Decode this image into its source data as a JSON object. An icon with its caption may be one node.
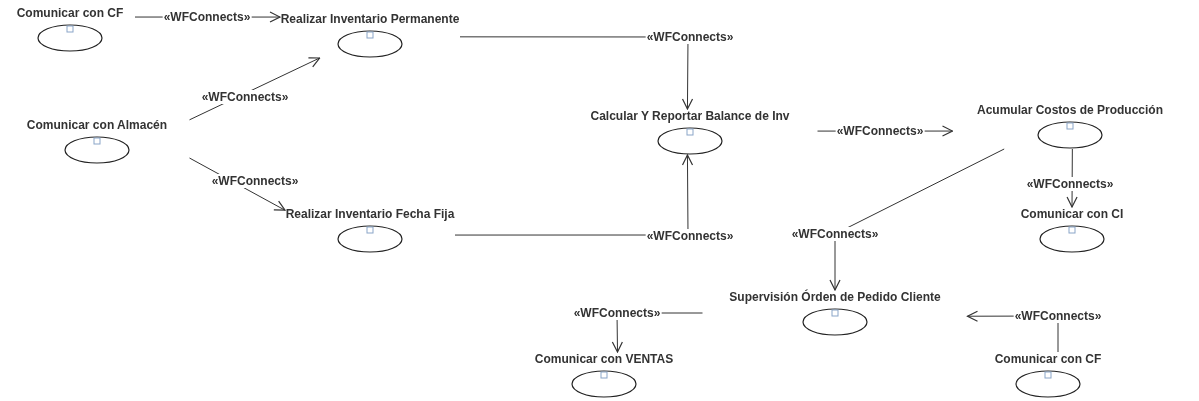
{
  "diagram": {
    "nodes": [
      {
        "text": [
          "Comunicar con CF"
        ]
      },
      {
        "text": [
          "Realizar Inventario Permanente"
        ]
      },
      {
        "text": [
          "Comunicar con Almacén"
        ]
      },
      {
        "text": [
          "Calcular Y Reportar Balance de Inv"
        ]
      },
      {
        "text": [
          "Acumular Costos de Producción"
        ]
      },
      {
        "text": [
          "Comunicar con CI"
        ]
      },
      {
        "text": [
          "Realizar Inventario Fecha Fija"
        ]
      },
      {
        "text": [
          "Supervisión Órden de Pedido Cliente"
        ]
      },
      {
        "text": [
          "Comunicar con VENTAS"
        ]
      },
      {
        "text": [
          "Comunicar con CF"
        ]
      }
    ],
    "edges": [
      {
        "from": 0,
        "to": 1,
        "arrow": "to",
        "label": "«WFConnects»"
      },
      {
        "from": 2,
        "to": 1,
        "arrow": "to",
        "label": "«WFConnects»"
      },
      {
        "from": 2,
        "to": 6,
        "arrow": "to",
        "label": "«WFConnects»"
      },
      {
        "from": 1,
        "to": 3,
        "arrow": "to",
        "label": "«WFConnects»"
      },
      {
        "from": 6,
        "to": 3,
        "arrow": "to",
        "label": "«WFConnects»"
      },
      {
        "from": 3,
        "to": 4,
        "arrow": "to",
        "label": "«WFConnects»"
      },
      {
        "from": 4,
        "to": 5,
        "arrow": "to",
        "label": "«WFConnects»"
      },
      {
        "from": 4,
        "to": 7,
        "arrow": "to",
        "label": "«WFConnects»"
      },
      {
        "from": 9,
        "to": 7,
        "arrow": "to",
        "label": "«WFConnects»"
      },
      {
        "from": 7,
        "to": 8,
        "arrow": "to",
        "label": "«WFConnects»"
      }
    ]
  }
}
